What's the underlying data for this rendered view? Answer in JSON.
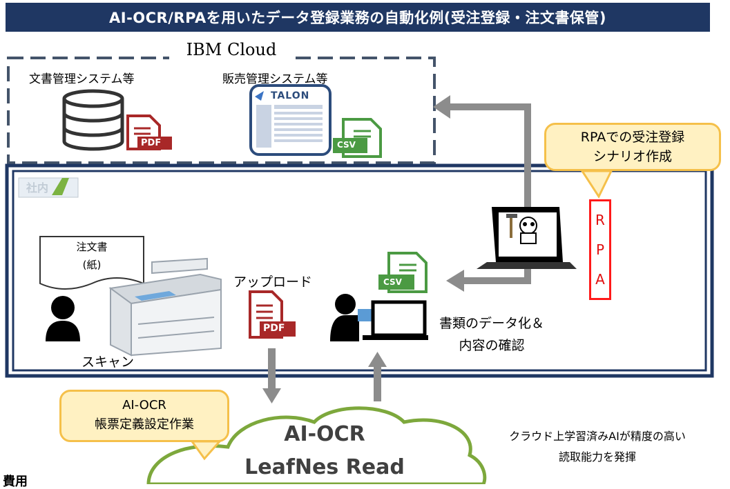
{
  "title": "AI-OCR/RPAを用いたデータ登録業務の自動化例(受注登録・注文書保管)",
  "cloud": {
    "name": "IBM Cloud",
    "doc_system": "文書管理システム等",
    "sales_system": "販売管理システム等",
    "talon_logo": "TALON",
    "csv_label": "CSV",
    "pdf_label": "PDF"
  },
  "office": {
    "tag": "社内",
    "order_doc_line1": "注文書",
    "order_doc_line2": "(紙)",
    "scan_label": "スキャン",
    "upload_label": "アップロード",
    "pdf_label": "PDF",
    "csv_label": "CSV",
    "digitize_line1": "書類のデータ化＆",
    "digitize_line2": "内容の確認",
    "rpa_letters": [
      "R",
      "P",
      "A"
    ]
  },
  "callouts": {
    "rpa_line1": "RPAでの受注登録",
    "rpa_line2": "シナリオ作成",
    "aiocr_line1": "AI-OCR",
    "aiocr_line2": "帳票定義設定作業"
  },
  "ocr_cloud": {
    "line1": "AI-OCR",
    "line2": "LeafNes Read",
    "note_line1": "クラウド上学習済みAIが精度の高い",
    "note_line2": "読取能力を発揮"
  },
  "footer_fragment": "費用"
}
